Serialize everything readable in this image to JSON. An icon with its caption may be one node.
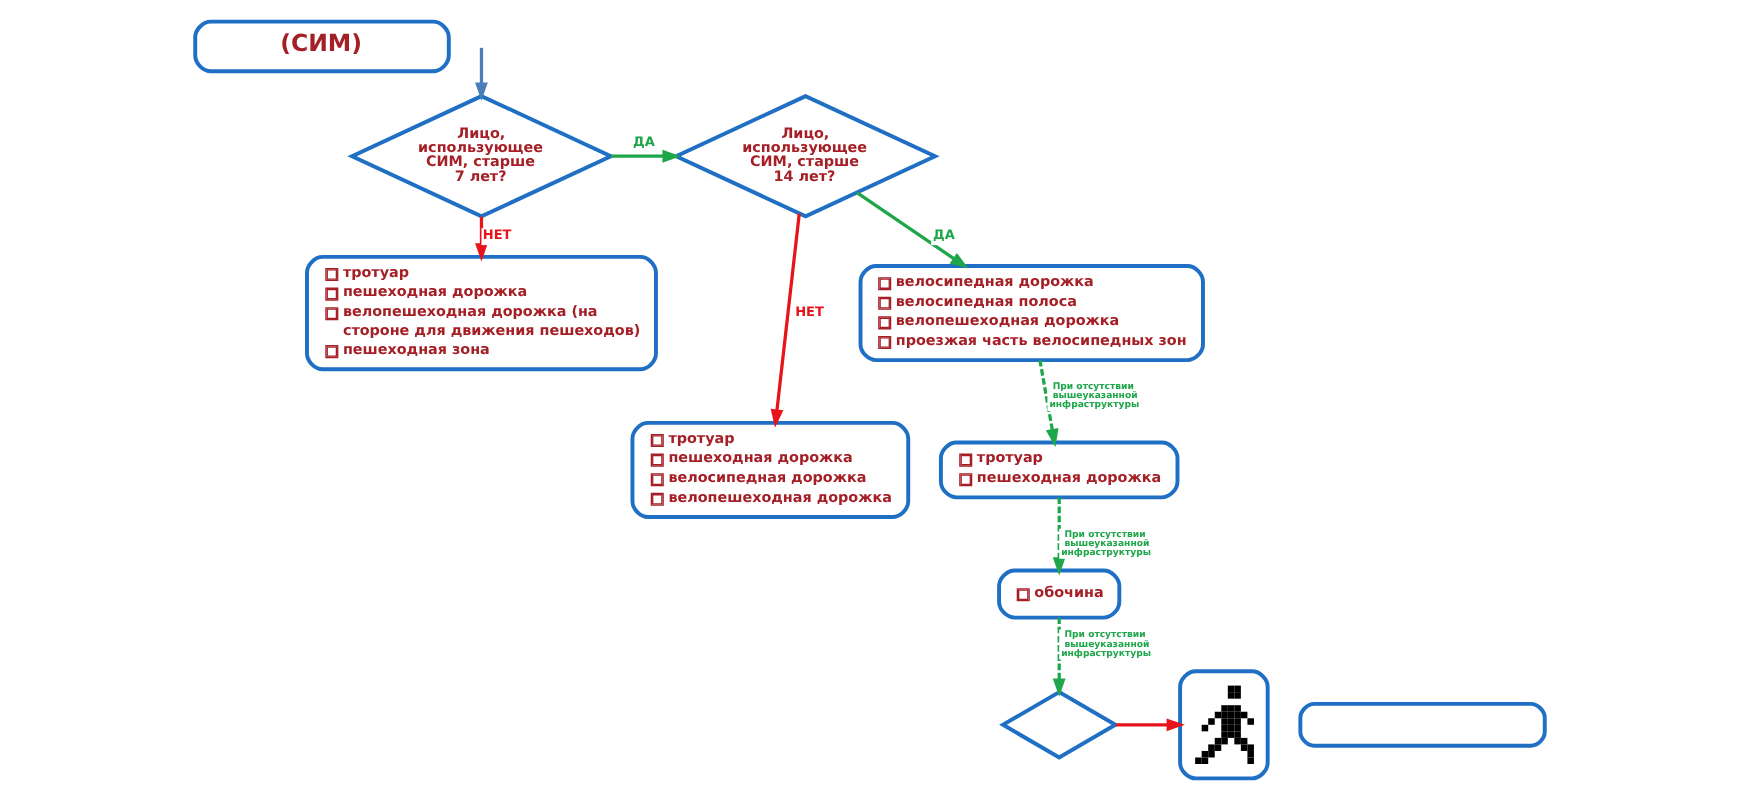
{
  "diagram": {
    "nodes": [
      {
        "text": [
          "(СИМ)"
        ]
      },
      {
        "text": [
          "Лицо, использующее СИМ, старше 7 лет?"
        ]
      },
      {
        "text": [
          "Лицо, использующее СИМ, старше 14 лет?"
        ]
      },
      {
        "text": [
          "велосипедная дорожка",
          "велосипедная полоса",
          "велопешеходная дорожка",
          "проезжая часть велосипедных зон"
        ]
      },
      {
        "text": [
          "тротуар",
          "пешеходная дорожка",
          "велопешеходная дорожка (на стороне для движения пешеходов)",
          "пешеходная зона"
        ]
      },
      {
        "text": [
          "тротуар",
          "пешеходная дорожка",
          "велосипедная дорожка",
          "велопешеходная дорожка"
        ]
      },
      {
        "text": [
          "тротуар",
          "пешеходная дорожка"
        ]
      },
      {
        "text": [
          "обочина"
        ]
      },
      {
        "text": [],
        "shape": "diamond"
      },
      {
        "text": [],
        "shape": "picture"
      },
      {
        "text": [],
        "shape": "box"
      }
    ],
    "edges": [
      {
        "from": null,
        "to": 1,
        "arrow": "to",
        "color": "#4a7ebb"
      },
      {
        "from": 1,
        "to": 2,
        "arrow": "to",
        "label": "ДА"
      },
      {
        "from": 1,
        "to": 4,
        "arrow": "to",
        "label": "НЕТ",
        "color": "#e8141b"
      },
      {
        "from": 2,
        "to": 5,
        "arrow": "to",
        "label": "НЕТ",
        "color": "#e8141b"
      },
      {
        "from": 2,
        "to": 3,
        "arrow": "to",
        "label": "ДА"
      },
      {
        "from": 3,
        "to": 6,
        "arrow": "to",
        "label": "При отсутствии вышеуказанной инфраструктуры",
        "style": "dashed"
      },
      {
        "from": 6,
        "to": 7,
        "arrow": "to",
        "label": "При отсутствии вышеуказанной инфраструктуры",
        "style": "dashed"
      },
      {
        "from": 7,
        "to": 8,
        "arrow": "to",
        "label": "При отсутствии вышеуказанной инфраструктуры",
        "style": "dashed"
      },
      {
        "from": 8,
        "to": 9,
        "arrow": "to",
        "color": "#e8141b"
      }
    ]
  }
}
